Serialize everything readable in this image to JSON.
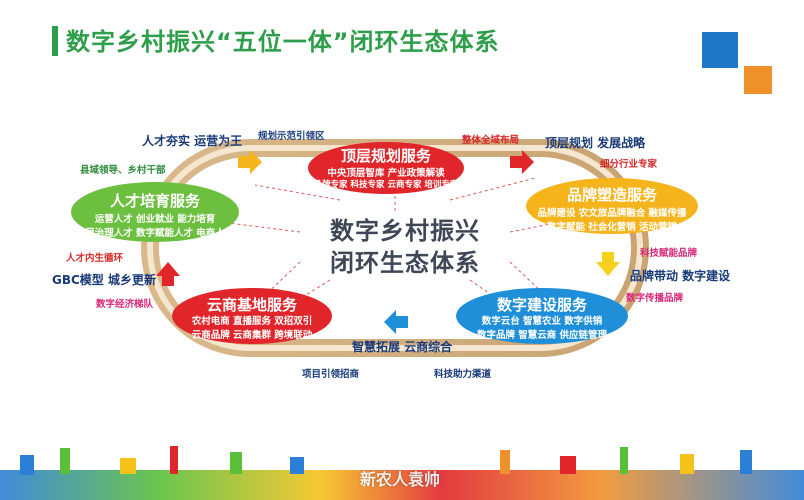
{
  "title": "数字乡村振兴“五位一体”闭环生态体系",
  "center": {
    "line1": "数字乡村振兴",
    "line2": "闭环生态体系"
  },
  "nodes": {
    "top": {
      "title": "顶层规划服务",
      "row1": "中央顶层智库    产业政策解读",
      "row2": "品牌专家  科技专家  云商专家  培训专家",
      "color": "#e0262b"
    },
    "right": {
      "title": "品牌塑造服务",
      "row1": "品牌建设  农文旅品牌融合  融媒传播",
      "row2": "数字赋能    社会化营销  活动营销",
      "color": "#f6b41c"
    },
    "bottom_right": {
      "title": "数字建设服务",
      "row1": "数字云台    智慧农业    数字供销",
      "row2": "数字品牌    智慧云商    供应链管理",
      "color": "#1e8fd8"
    },
    "bottom_left": {
      "title": "云商基地服务",
      "row1": "农村电商    直播服务    双招双引",
      "row2": "云商品牌    云商集群    跨境联动",
      "color": "#e0262b"
    },
    "left": {
      "title": "人才培育服务",
      "row1": "运营人才    创业就业    能力培育",
      "row2": "基层治理人才  数字赋能人才  电商人才",
      "color": "#6cbf3f"
    }
  },
  "labels": {
    "talent_operation": "人才夯实 运营为王",
    "demo_lead": "规划示范引领区",
    "overall_layout": "整体全域布局",
    "top_planning": "顶层规划 发展战略",
    "segment_expert": "细分行业专家",
    "county_leaders": "县域领导、乡村干部",
    "tech_brand": "科技赋能品牌",
    "brand_digital": "品牌带动 数字建设",
    "digital_spread": "数字传播品牌",
    "talent_cycle": "人才内生循环",
    "gbc_model": "GBC模型 城乡更新",
    "digital_economy": "数字经济梯队",
    "smart_expand": "智慧拓展 云商综合",
    "project_invest": "项目引领招商",
    "tech_channel": "科技助力渠道"
  },
  "watermark": "新农人袁帅"
}
